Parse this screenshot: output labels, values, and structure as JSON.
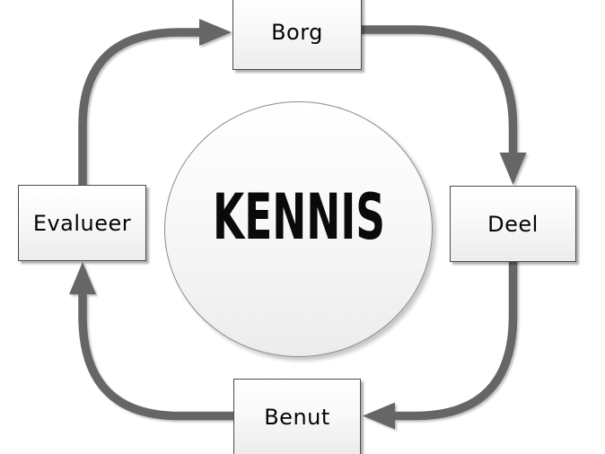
{
  "diagram": {
    "type": "cycle",
    "center": {
      "label": "KENNIS"
    },
    "nodes": [
      {
        "id": "borg",
        "label": "Borg",
        "position": "top"
      },
      {
        "id": "deel",
        "label": "Deel",
        "position": "right"
      },
      {
        "id": "benut",
        "label": "Benut",
        "position": "bottom"
      },
      {
        "id": "evalueer",
        "label": "Evalueer",
        "position": "left"
      }
    ],
    "edges": [
      {
        "from": "evalueer",
        "to": "borg"
      },
      {
        "from": "borg",
        "to": "deel"
      },
      {
        "from": "deel",
        "to": "benut"
      },
      {
        "from": "benut",
        "to": "evalueer"
      }
    ],
    "colors": {
      "arrow": "#666666",
      "box_border": "#4a4a4a",
      "box_fill_top": "#ffffff",
      "box_fill_bottom": "#ececec",
      "circle_border": "#8a8a8a",
      "text": "#0a0a0a",
      "background": "#ffffff"
    }
  }
}
